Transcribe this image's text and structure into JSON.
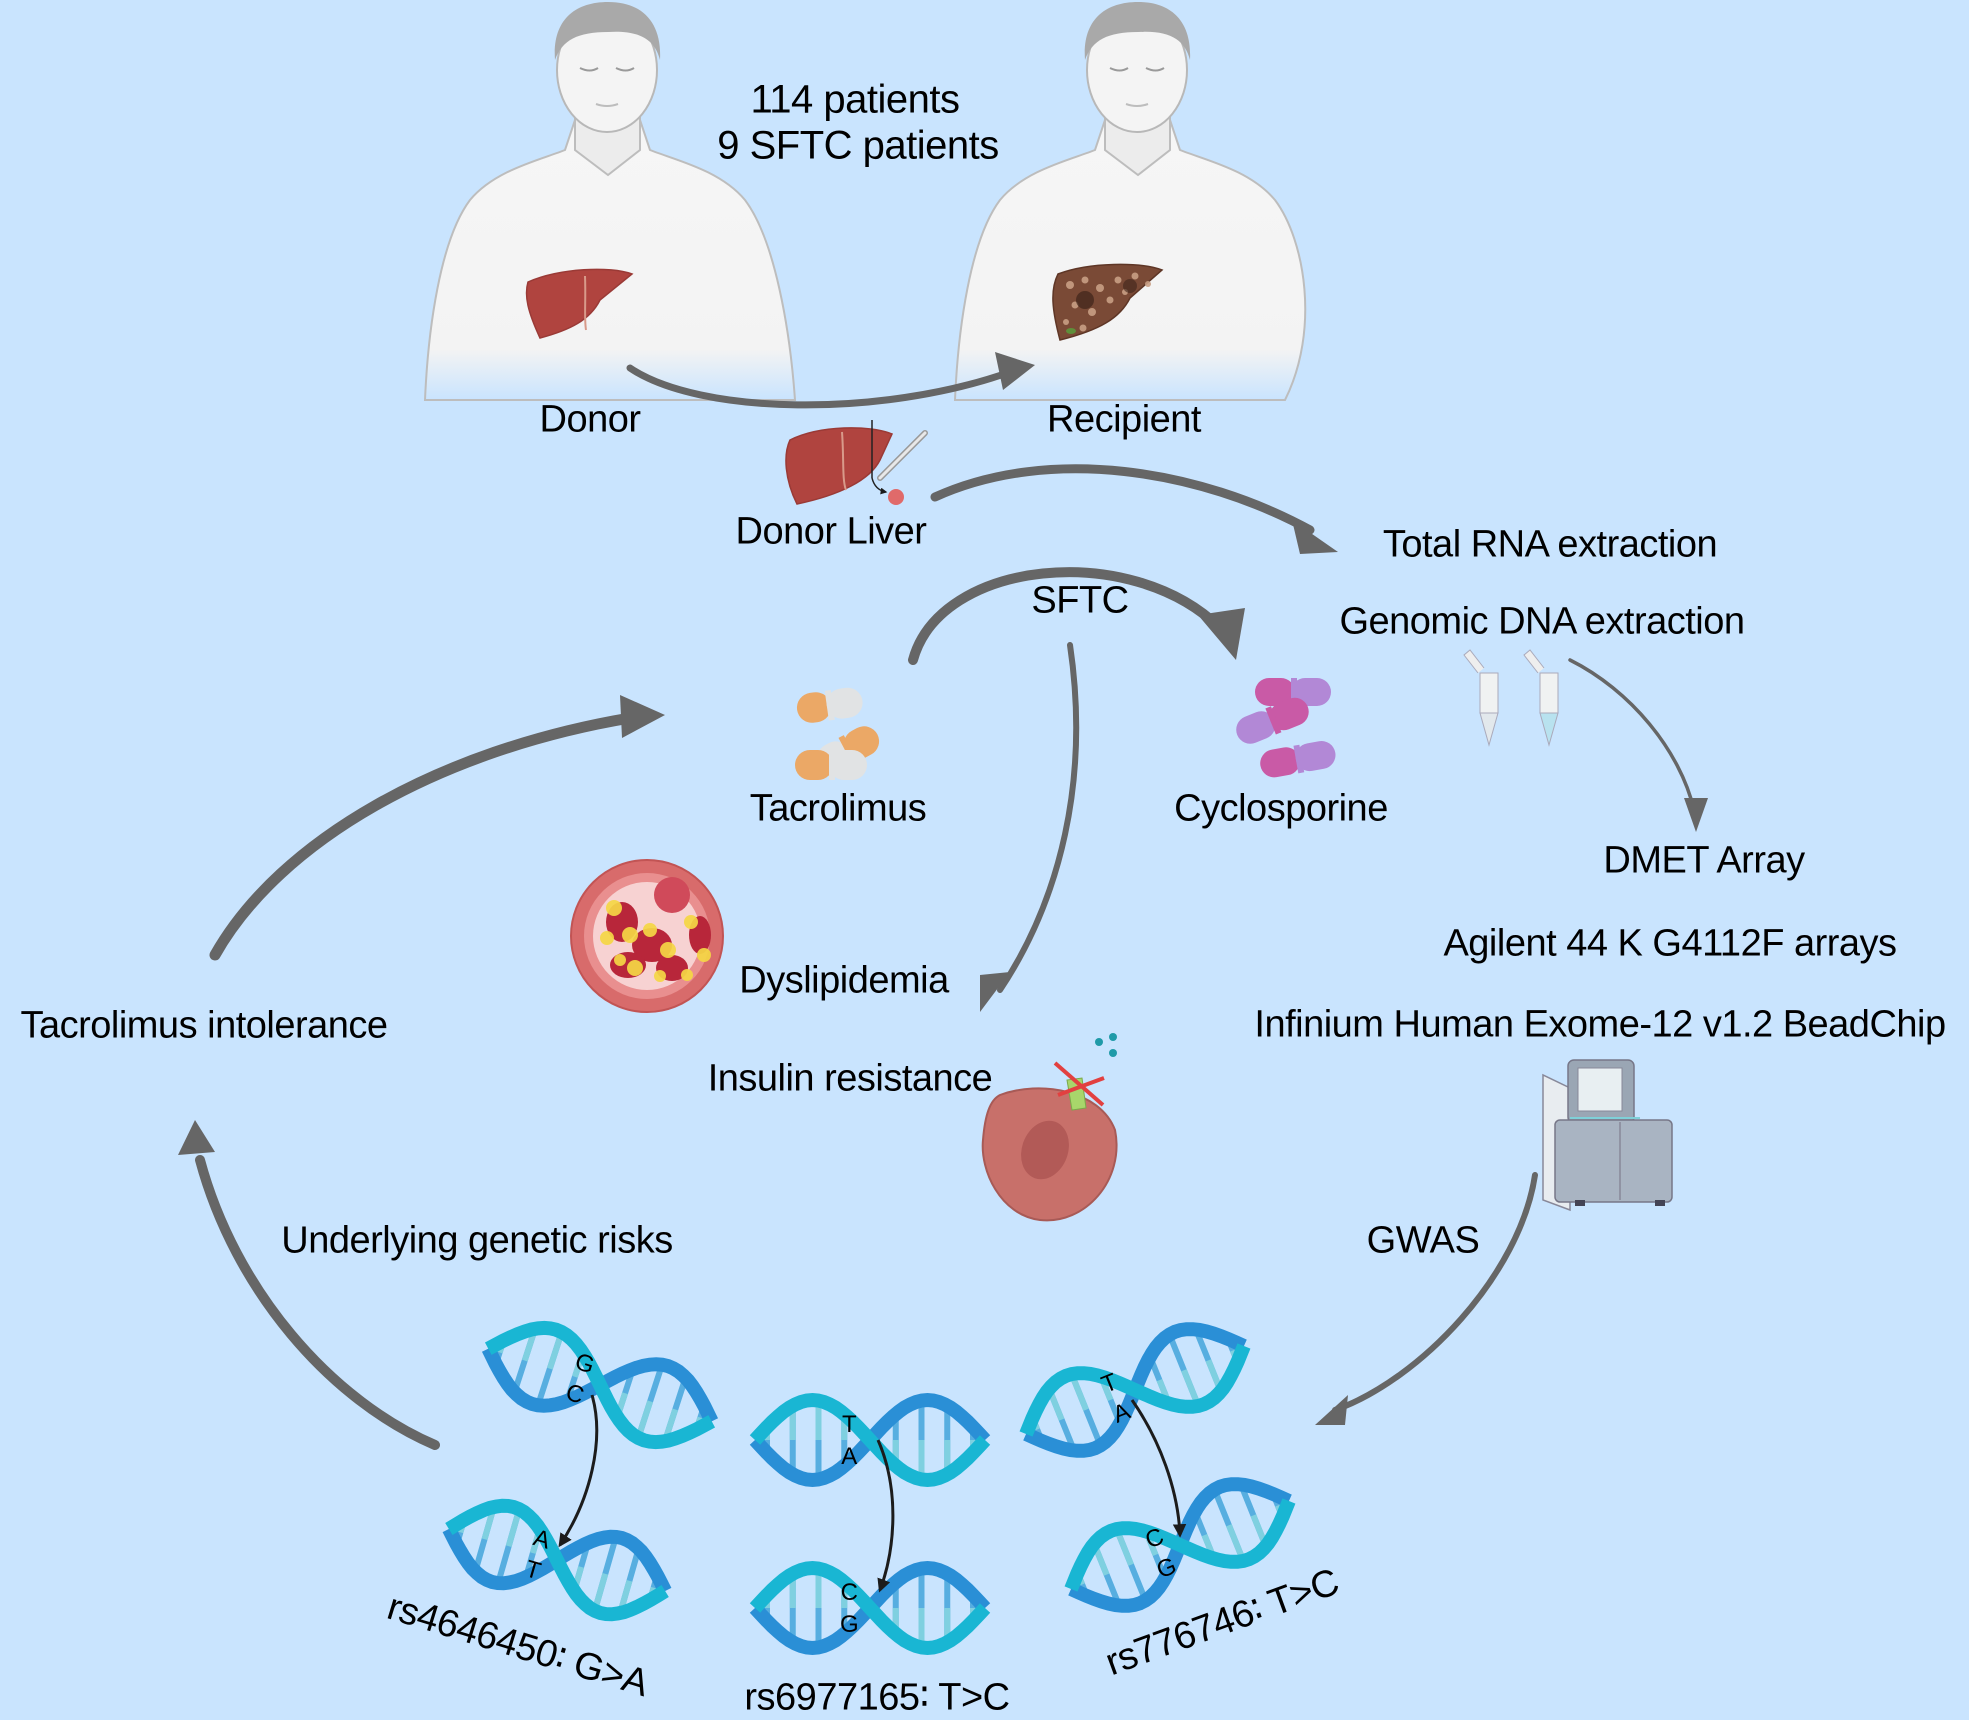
{
  "colors": {
    "background": "#c9e4fe",
    "arrow": "#666666",
    "text": "#000000",
    "liver_healthy": "#b0443f",
    "liver_diseased": "#7a4a36",
    "skin": "#f4f4f4",
    "skin_outline": "#b8b8b8",
    "hair": "#a9a9a9",
    "dna_strand_a": "#2a8fd6",
    "dna_strand_b": "#19b6d3",
    "dna_rung_a": "#57aee0",
    "dna_rung_b": "#7fd0e0",
    "pill_orange": "#eba866",
    "pill_white": "#e1e3e4",
    "pill_magenta": "#c95aa6",
    "pill_purple": "#b288d6",
    "cell_red": "#c8706a",
    "cell_nucleus": "#b25a57",
    "vessel_red": "#d86b6b",
    "fat_yellow": "#f5d745",
    "insulin_teal": "#1f9aa8",
    "machine_gray": "#a9b4c2"
  },
  "cohort": {
    "line1": "114  patients",
    "line2": "9  SFTC  patients"
  },
  "figures": {
    "donor_label": "Donor",
    "recipient_label": "Recipient"
  },
  "donor_liver": {
    "label": "Donor Liver"
  },
  "extraction": {
    "rna": "Total RNA extraction",
    "dna": "Genomic DNA extraction"
  },
  "drugs": {
    "switch_label": "SFTC",
    "tacrolimus": "Tacrolimus",
    "cyclosporine": "Cyclosporine"
  },
  "side_effects": {
    "dyslipidemia": "Dyslipidemia",
    "insulin_resistance": "Insulin resistance"
  },
  "arrays": {
    "dmet": "DMET Array",
    "agilent": "Agilent 44 K G4112F arrays",
    "infinium": "Infinium Human Exome-12 v1.2 BeadChip",
    "gwas": "GWAS"
  },
  "outcomes": {
    "intolerance": "Tacrolimus intolerance",
    "genetic_risks": "Underlying genetic risks"
  },
  "snps": [
    {
      "id": "rs4646450",
      "change": "G>A",
      "label": "rs4646450∶  G>A",
      "before": [
        "G",
        "C"
      ],
      "after": [
        "A",
        "T"
      ]
    },
    {
      "id": "rs6977165",
      "change": "T>C",
      "label": "rs6977165∶  T>C",
      "before": [
        "T",
        "A"
      ],
      "after": [
        "C",
        "G"
      ]
    },
    {
      "id": "rs776746",
      "change": "T>C",
      "label": "rs776746∶  T>C",
      "before": [
        "T",
        "A"
      ],
      "after": [
        "C",
        "G"
      ]
    }
  ]
}
